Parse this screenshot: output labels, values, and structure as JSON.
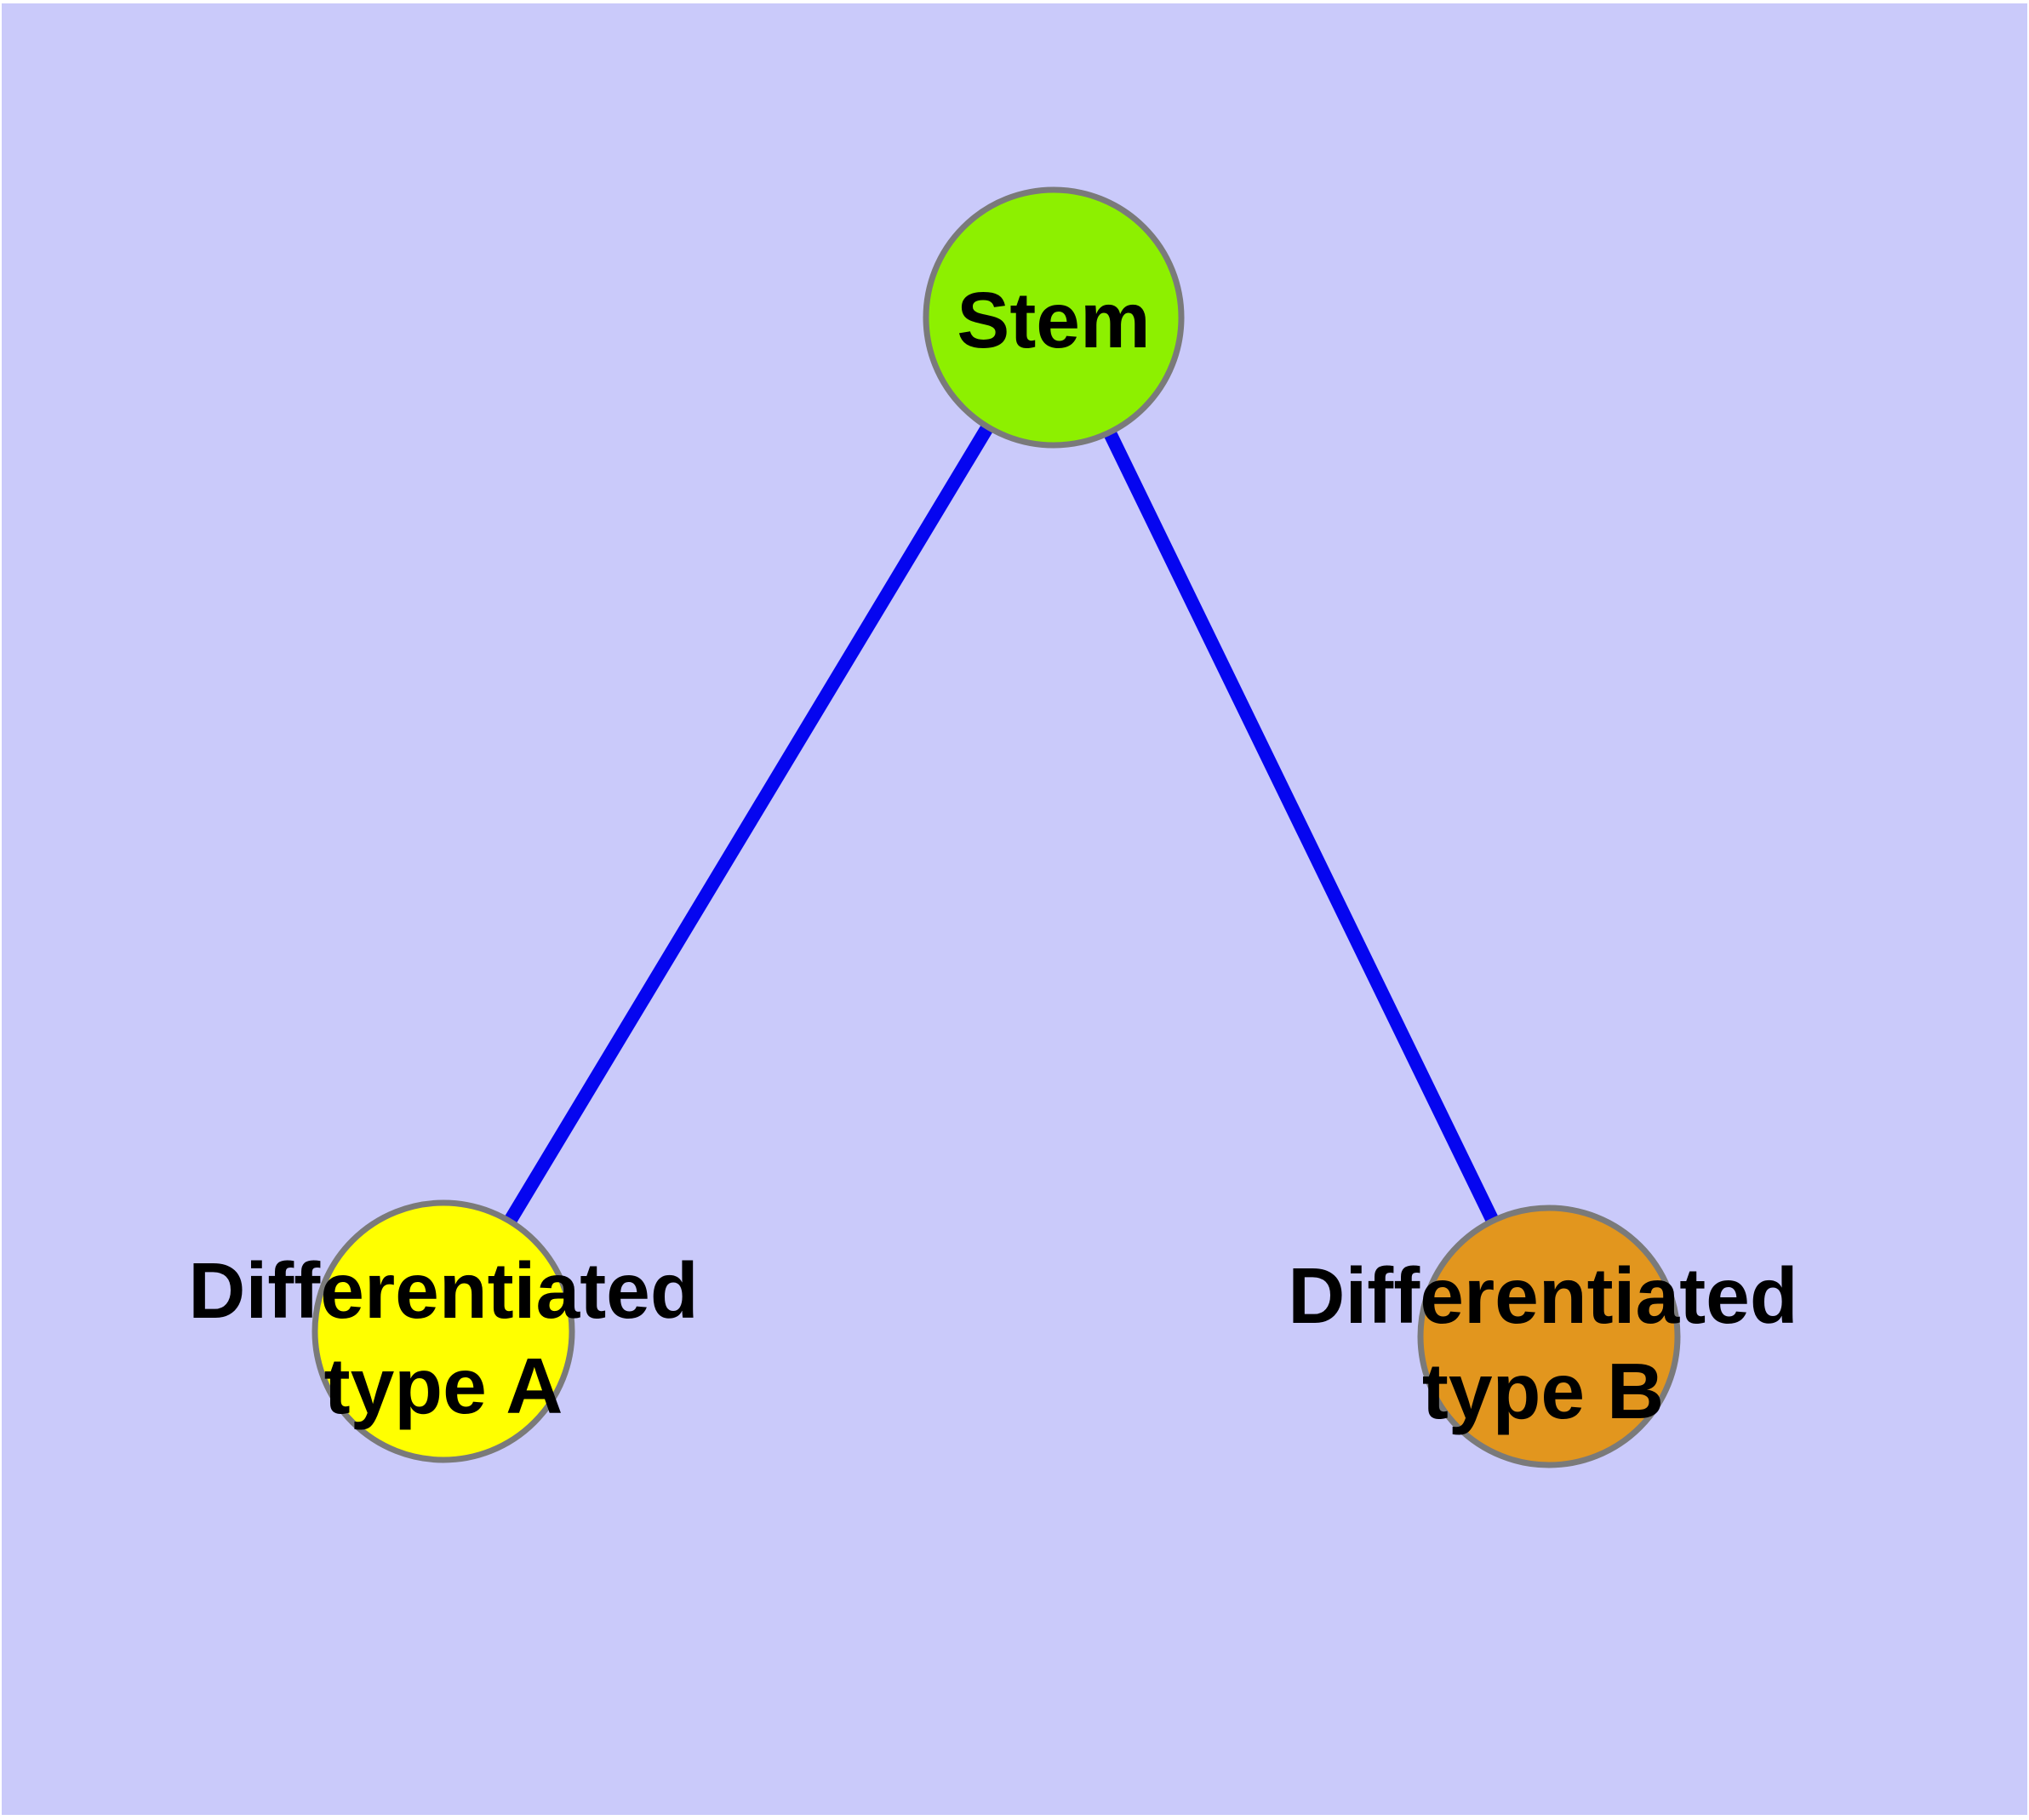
{
  "colors": {
    "page_border": "#ffffff",
    "background": "#cacafa",
    "edge": "#0505f0",
    "node_border": "#7a7a7a",
    "label_text": "#000000",
    "stem_fill": "#8df000",
    "type_a_fill": "#ffff00",
    "type_b_fill": "#e2961e"
  },
  "nodes": {
    "stem": {
      "label": "Stem"
    },
    "type_a": {
      "label": "Differentiated type A",
      "line1": "Differentiated",
      "line2": "type A"
    },
    "type_b": {
      "label": "Differentiated type B",
      "line1": "Differentiated",
      "line2": "type B"
    }
  },
  "edges": [
    {
      "from": "Stem",
      "to": "Differentiated type A"
    },
    {
      "from": "Stem",
      "to": "Differentiated type B"
    }
  ]
}
